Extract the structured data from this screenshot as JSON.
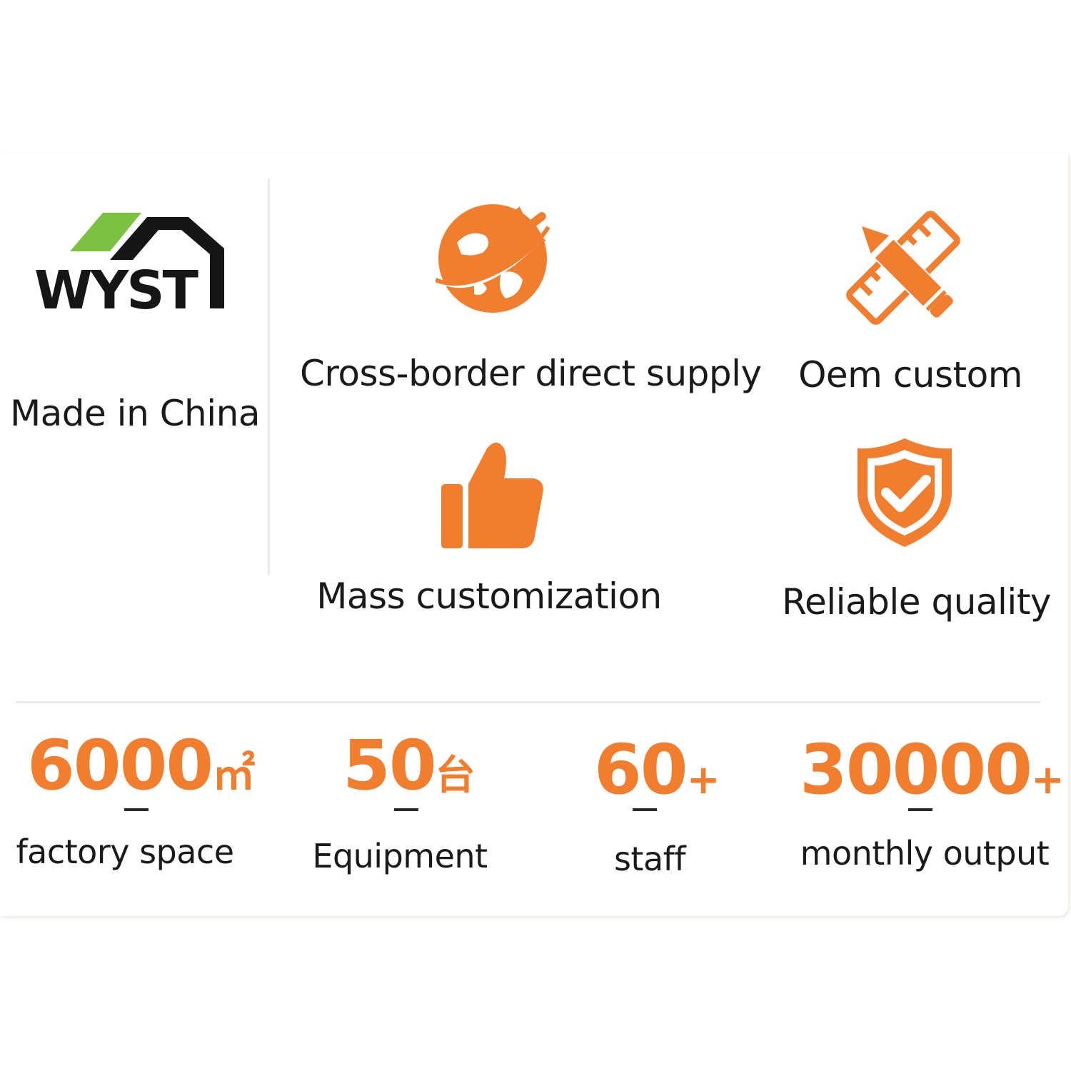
{
  "brand": {
    "logo_text": "WYST",
    "tagline": "Made in China",
    "colors": {
      "green": "#7cc142",
      "black": "#161616"
    }
  },
  "accent_color": "#f17d2f",
  "features": [
    {
      "label": "Cross-border direct supply",
      "icon": "globe-airplane-icon"
    },
    {
      "label": "Oem custom",
      "icon": "pencil-ruler-icon"
    },
    {
      "label": "Mass customization",
      "icon": "thumbs-up-icon"
    },
    {
      "label": "Reliable quality",
      "icon": "shield-check-icon"
    }
  ],
  "stats": [
    {
      "value": "6000",
      "unit": "㎡",
      "label": "factory space"
    },
    {
      "value": "50",
      "unit": "台",
      "label": "Equipment"
    },
    {
      "value": "60",
      "unit": "+",
      "label": "staff"
    },
    {
      "value": "30000",
      "unit": "+",
      "label": "monthly output"
    }
  ]
}
